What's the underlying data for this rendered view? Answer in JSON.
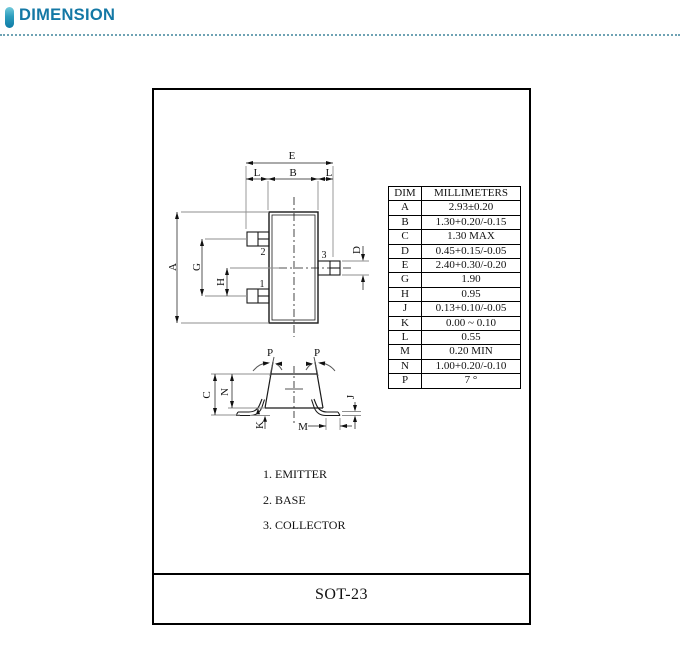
{
  "header": {
    "title": "DIMENSION"
  },
  "colors": {
    "accent": "#1478a5",
    "icon_gradient_top": "#74cbdc",
    "icon_gradient_bottom": "#0e7ba6",
    "dotted_rule": "#6fa3b4",
    "line": "#111111"
  },
  "drawing": {
    "top_view": {
      "dim_e": "E",
      "dim_l_left": "L",
      "dim_b": "B",
      "dim_l_right": "L",
      "dim_a": "A",
      "dim_g": "G",
      "dim_h": "H",
      "dim_d": "D",
      "pin_1": "1",
      "pin_2": "2",
      "pin_3": "3"
    },
    "side_view": {
      "dim_p_left": "P",
      "dim_p_right": "P",
      "dim_c": "C",
      "dim_n": "N",
      "dim_k": "K",
      "dim_m": "M",
      "dim_j": "J"
    }
  },
  "table": {
    "headers": [
      "DIM",
      "MILLIMETERS"
    ],
    "rows": [
      [
        "A",
        "2.93±0.20"
      ],
      [
        "B",
        "1.30+0.20/-0.15"
      ],
      [
        "C",
        "1.30 MAX"
      ],
      [
        "D",
        "0.45+0.15/-0.05"
      ],
      [
        "E",
        "2.40+0.30/-0.20"
      ],
      [
        "G",
        "1.90"
      ],
      [
        "H",
        "0.95"
      ],
      [
        "J",
        "0.13+0.10/-0.05"
      ],
      [
        "K",
        "0.00 ~ 0.10"
      ],
      [
        "L",
        "0.55"
      ],
      [
        "M",
        "0.20 MIN"
      ],
      [
        "N",
        "1.00+0.20/-0.10"
      ],
      [
        "P",
        "7 °"
      ]
    ]
  },
  "legend": {
    "items": [
      "1. EMITTER",
      "2. BASE",
      "3. COLLECTOR"
    ]
  },
  "footer": {
    "package_name": "SOT-23"
  }
}
